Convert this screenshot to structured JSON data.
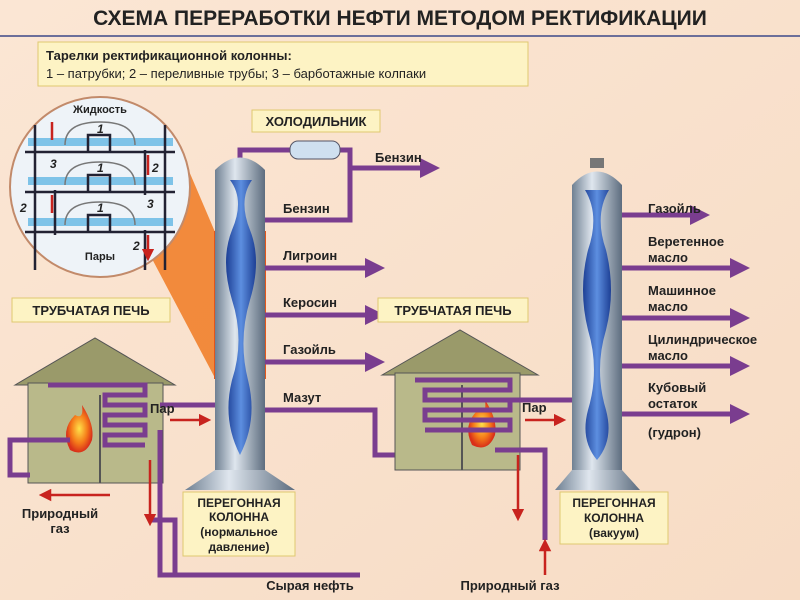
{
  "title": "СХЕМА ПЕРЕРАБОТКИ НЕФТИ МЕТОДОМ РЕКТИФИКАЦИИ",
  "legend": {
    "heading": "Тарелки ректификационной колонны:",
    "line": "1 – патрубки; 2 – переливные трубы; 3 – барботажные колпаки"
  },
  "inset": {
    "top": "Жидкость",
    "bottom": "Пары",
    "n1": "1",
    "n2": "2",
    "n3": "3"
  },
  "condenser": "ХОЛОДИЛЬНИК",
  "furnace_label": "ТРУБЧАТАЯ ПЕЧЬ",
  "steam": "Пар",
  "column1": {
    "top_product": "Бензин",
    "outputs": [
      "Бензин",
      "Лигроин",
      "Керосин",
      "Газойль",
      "Мазут"
    ],
    "caption": [
      "ПЕРЕГОННАЯ",
      "КОЛОННА",
      "(нормальное",
      "давление)"
    ]
  },
  "column2": {
    "outputs": [
      "Газойль",
      "Веретенное",
      "масло",
      "Машинное",
      "масло",
      "Цилиндрическое",
      "масло",
      "Кубовый",
      "остаток",
      "(гудрон)"
    ],
    "caption": [
      "ПЕРЕГОННАЯ",
      "КОЛОННА",
      "(вакуум)"
    ]
  },
  "gas1": [
    "Природный",
    "газ"
  ],
  "crude": "Сырая нефть",
  "gas2": "Природный газ",
  "colors": {
    "pipe": "#7a3d8f",
    "column": "#8fa0b2",
    "fill_blue": "#2f5fbf",
    "furnace": "#b9b98a",
    "arrow_red": "#c8231e",
    "box": "#fdf3c4"
  }
}
